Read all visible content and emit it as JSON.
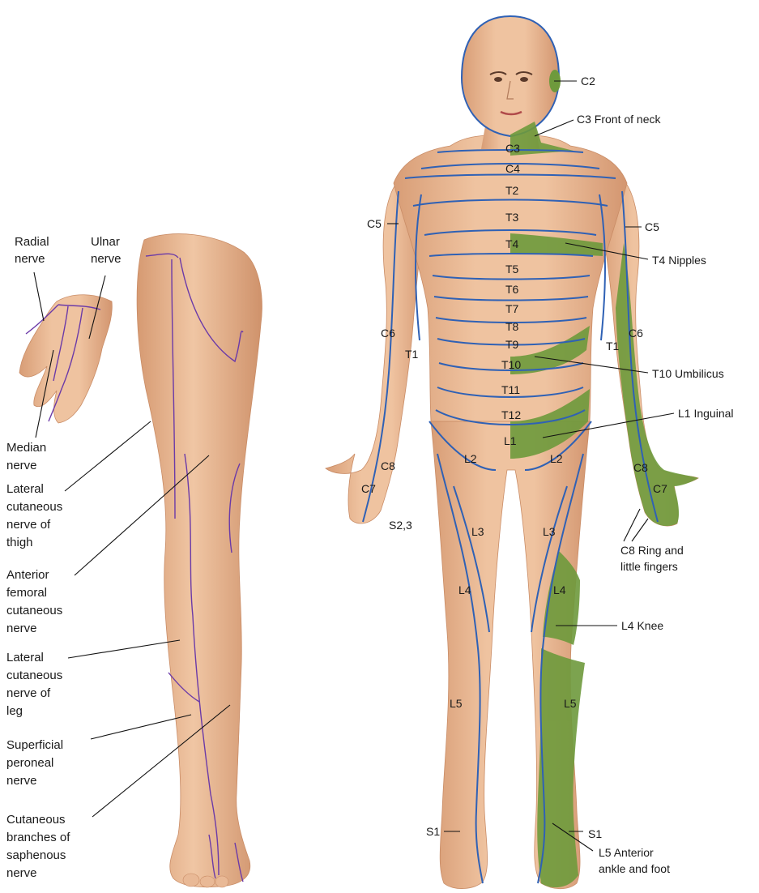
{
  "colors": {
    "skin": "#e8b792",
    "skin_shadow": "#c98c66",
    "dermatome_line": "#2f61b5",
    "nerve_line": "#6b3aa8",
    "highlight": "#6e9a3c",
    "leader": "#111111"
  },
  "left_figure": {
    "labels": [
      {
        "id": "radial",
        "lines": [
          "Radial",
          "nerve"
        ]
      },
      {
        "id": "ulnar",
        "lines": [
          "Ulnar",
          "nerve"
        ]
      },
      {
        "id": "median",
        "lines": [
          "Median",
          "nerve"
        ]
      },
      {
        "id": "lat_thigh",
        "lines": [
          "Lateral",
          "cutaneous",
          "nerve of",
          "thigh"
        ]
      },
      {
        "id": "ant_femoral",
        "lines": [
          "Anterior",
          "femoral",
          "cutaneous",
          "nerve"
        ]
      },
      {
        "id": "lat_leg",
        "lines": [
          "Lateral",
          "cutaneous",
          "nerve of",
          "leg"
        ]
      },
      {
        "id": "sup_peroneal",
        "lines": [
          "Superficial",
          "peroneal",
          "nerve"
        ]
      },
      {
        "id": "saphenous",
        "lines": [
          "Cutaneous",
          "branches of",
          "saphenous",
          "nerve"
        ]
      }
    ]
  },
  "right_figure": {
    "segments": {
      "c3": "C3",
      "c4": "C4",
      "t2": "T2",
      "t3": "T3",
      "t4": "T4",
      "t5": "T5",
      "t6": "T6",
      "t7": "T7",
      "t8": "T8",
      "t9": "T9",
      "t10": "T10",
      "t11": "T11",
      "t12": "T12",
      "l1": "L1",
      "c5_left": "C5",
      "c5_right": "C5",
      "c6_left": "C6",
      "c6_right": "C6",
      "t1_left": "T1",
      "t1_right": "T1",
      "c8_left": "C8",
      "c8_right": "C8",
      "c7_left": "C7",
      "c7_right": "C7",
      "s23": "S2,3",
      "l2_left": "L2",
      "l2_right": "L2",
      "l3_left": "L3",
      "l3_right": "L3",
      "l4_left": "L4",
      "l4_right": "L4",
      "l5_left": "L5",
      "l5_right": "L5",
      "s1_left": "S1",
      "s1_right": "S1"
    },
    "callouts": [
      {
        "id": "c2",
        "lines": [
          "C2"
        ]
      },
      {
        "id": "c3",
        "lines": [
          "C3 Front of neck"
        ]
      },
      {
        "id": "t4",
        "lines": [
          "T4 Nipples"
        ]
      },
      {
        "id": "t10",
        "lines": [
          "T10 Umbilicus"
        ]
      },
      {
        "id": "l1",
        "lines": [
          "L1 Inguinal"
        ]
      },
      {
        "id": "c8",
        "lines": [
          "C8 Ring and",
          "little fingers"
        ]
      },
      {
        "id": "l4",
        "lines": [
          "L4 Knee"
        ]
      },
      {
        "id": "l5",
        "lines": [
          "L5 Anterior",
          "ankle and foot"
        ]
      }
    ]
  }
}
